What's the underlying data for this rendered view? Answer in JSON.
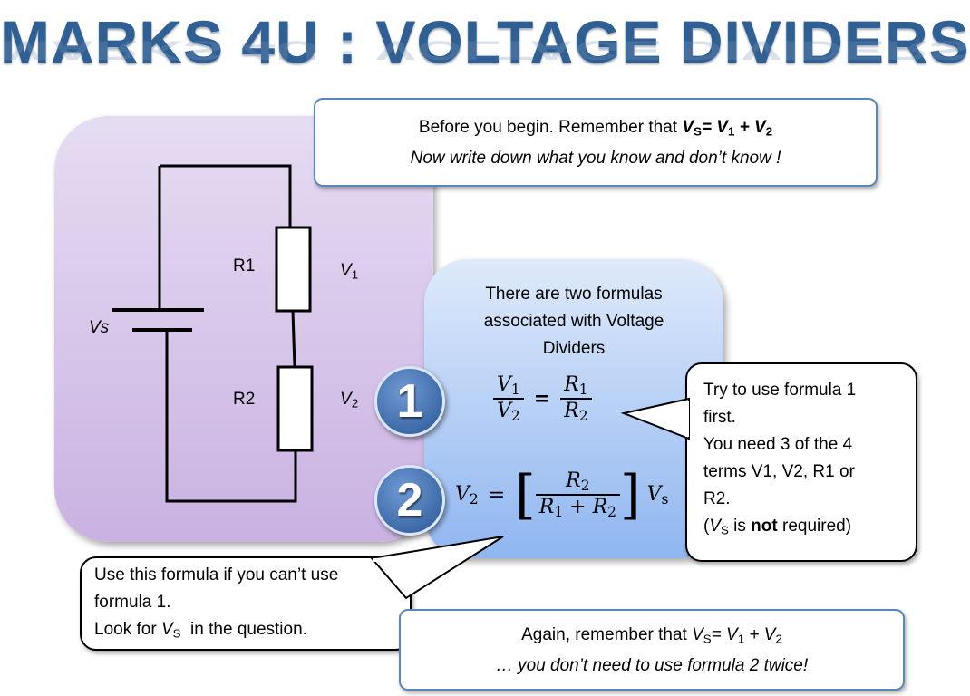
{
  "title": "MARKS 4U : VOLTAGE DIVIDERS",
  "note_top": {
    "line1_prefix": "Before you begin. Remember that ",
    "line1_eq_main": "V",
    "line1_eq_sub": "S",
    "line1_eq_rest": "= V",
    "line1_eq_sub1": "1",
    "line1_eq_plus": " + V",
    "line1_eq_sub2": "2",
    "line2": "Now write down what you know and don’t know !"
  },
  "circuit": {
    "source_label": "Vs",
    "r1_label": "R1",
    "r2_label": "R2",
    "v1_main": "V",
    "v1_sub": "1",
    "v2_main": "V",
    "v2_sub": "2"
  },
  "formulas_panel": {
    "intro_line1": "There are two formulas",
    "intro_line2": "associated with Voltage",
    "intro_line3": "Dividers",
    "badge1": "1",
    "badge2": "2",
    "f1": {
      "V": "V",
      "R": "R",
      "s1": "1",
      "s2": "2",
      "eq": "="
    },
    "f2": {
      "lhs": "V",
      "lhs_sub": "2",
      "eq": "=",
      "num": "R",
      "num_sub": "2",
      "den_a": "R",
      "den_a_sub": "1",
      "plus": " + ",
      "den_b": "R",
      "den_b_sub": "2",
      "lb": "[",
      "rb": "]",
      "vs": "V",
      "vs_sub": "s"
    }
  },
  "callout_right": {
    "line1": "Try to use formula 1",
    "line2": "first.",
    "line3": "You need 3 of the 4",
    "line4": "terms V1, V2, R1 or",
    "line5": "R2.",
    "line6_open": "(",
    "line6_v": "V",
    "line6_sub": "S",
    "line6_is": " is ",
    "line6_not": "not",
    "line6_end": " required)"
  },
  "callout_left": {
    "line1": "Use this formula if you can’t use",
    "line2": "formula 1.",
    "line3_prefix": "Look for ",
    "line3_v": "V",
    "line3_sub": "S",
    "line3_suffix": "  in the question."
  },
  "note_bottom": {
    "line1_prefix": "Again, remember that ",
    "eq_v": "V",
    "eq_sub": "S",
    "eq_rest": "= V",
    "eq_sub1": "1",
    "eq_plus": " + V",
    "eq_sub2": "2",
    "line2": "… you don’t need to use formula 2 twice!"
  },
  "colors": {
    "title": "#2f5f93",
    "purple_panel": "#d8c6ec",
    "blue_panel": "#b4cff5",
    "badge": "#3e6aa9",
    "box_border": "#5b86b8"
  }
}
